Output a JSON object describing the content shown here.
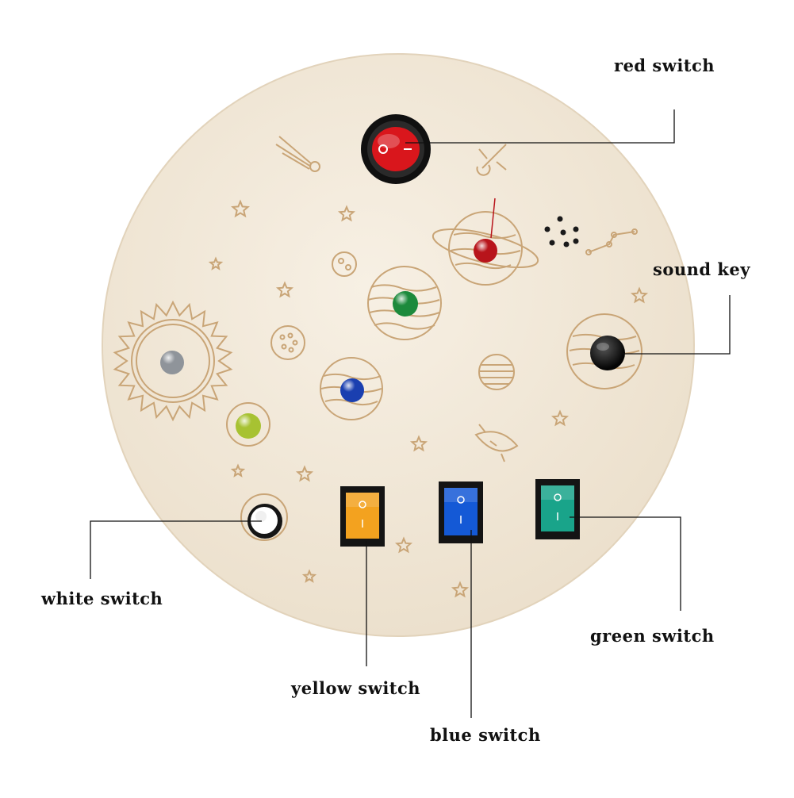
{
  "labels": {
    "red_switch": "red switch",
    "sound_key": "sound key",
    "white_switch": "white switch",
    "yellow_switch": "yellow switch",
    "blue_switch": "blue switch",
    "green_switch": "green switch"
  },
  "colors": {
    "board": "#f2e9da",
    "engraving": "#c9a577",
    "red": "#d9161c",
    "yellow": "#f3a21f",
    "blue": "#1459d6",
    "green": "#19a48a",
    "led_green": "#1c8a3c",
    "led_blue": "#1a3fb0",
    "led_red": "#b8141b",
    "led_lime": "#a7c232"
  }
}
